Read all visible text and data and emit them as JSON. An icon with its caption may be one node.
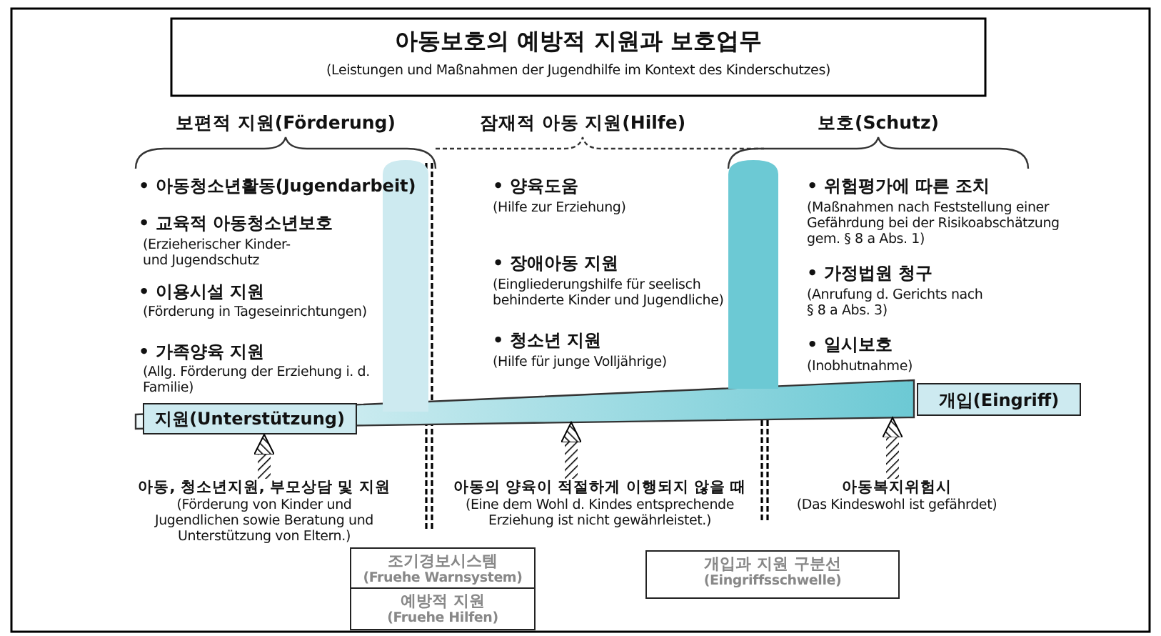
{
  "diagram": {
    "title": "아동보호의 예방적 지원과 보호업무",
    "nodes": [
      {
        "text": [],
        "shape": "bar"
      },
      {
        "text": [
          "지원(Unterstützung)"
        ]
      },
      {
        "text": [
          "개입(Eingriff)"
        ]
      },
      {
        "text": [
          "아동, 청소년지원, 부모상담 및 지원",
          "(Förderung von Kinder und Jugendlichen sowie Beratung und Unterstützung von Eltern.)"
        ]
      },
      {
        "text": [
          "아동의 양육이 적절하게 이행되지 않을 때",
          "(Eine dem Wohl d. Kindes entsprechende Erziehung ist nicht gewährleistet.)"
        ]
      },
      {
        "text": [
          "아동복지위험시",
          "(Das Kindeswohl ist gefährdet)"
        ]
      },
      {
        "text": [
          "조기경보시스템",
          "(Fruehe Warnsystem)"
        ]
      },
      {
        "text": [
          "예방적 지원",
          "(Fruehe Hilfen)"
        ]
      },
      {
        "text": [
          "개입과 지원 구분선",
          "(Eingriffsschwelle)"
        ]
      },
      {
        "text": [],
        "shape": "bar"
      },
      {
        "text": [],
        "shape": "bar"
      }
    ],
    "edges": [
      {
        "from": 3,
        "to": 1,
        "arrow": "to"
      },
      {
        "from": 4,
        "to": 0,
        "arrow": "to"
      },
      {
        "from": 5,
        "to": 0,
        "arrow": "to"
      }
    ],
    "labels": [
      "(Leistungen und Maßnahmen der Jugendhilfe im Kontext des Kinderschutzes)",
      "보편적 지원(Förderung)",
      "잠재적 아동 지원(Hilfe)",
      "보호(Schutz)",
      "• 아동청소년활동(Jugendarbeit)",
      "• 교육적 아동청소년보호",
      "(Erzieherischer Kinder- und Jugendschutz",
      "• 이용시설 지원",
      "(Förderung in Tageseinrichtungen)",
      "• 가족양육 지원",
      "(Allg. Förderung der Erziehung i. d. Familie)",
      "• 양육도움",
      "(Hilfe zur Erziehung)",
      "• 장애아동 지원",
      "(Eingliederungshilfe für seelisch behinderte Kinder und Jugendliche)",
      "• 청소년 지원",
      "(Hilfe für junge Volljährige)",
      "• 위험평가에 따른 조치",
      "(Maßnahmen nach Feststellung einer Gefährdung bei der Risikoabschätzung gem. § 8 a Abs. 1)",
      "• 가정법원 청구",
      "(Anrufung d. Gerichts nach § 8 a Abs. 3)",
      "• 일시보호",
      "(Inobhutnahme)"
    ]
  }
}
